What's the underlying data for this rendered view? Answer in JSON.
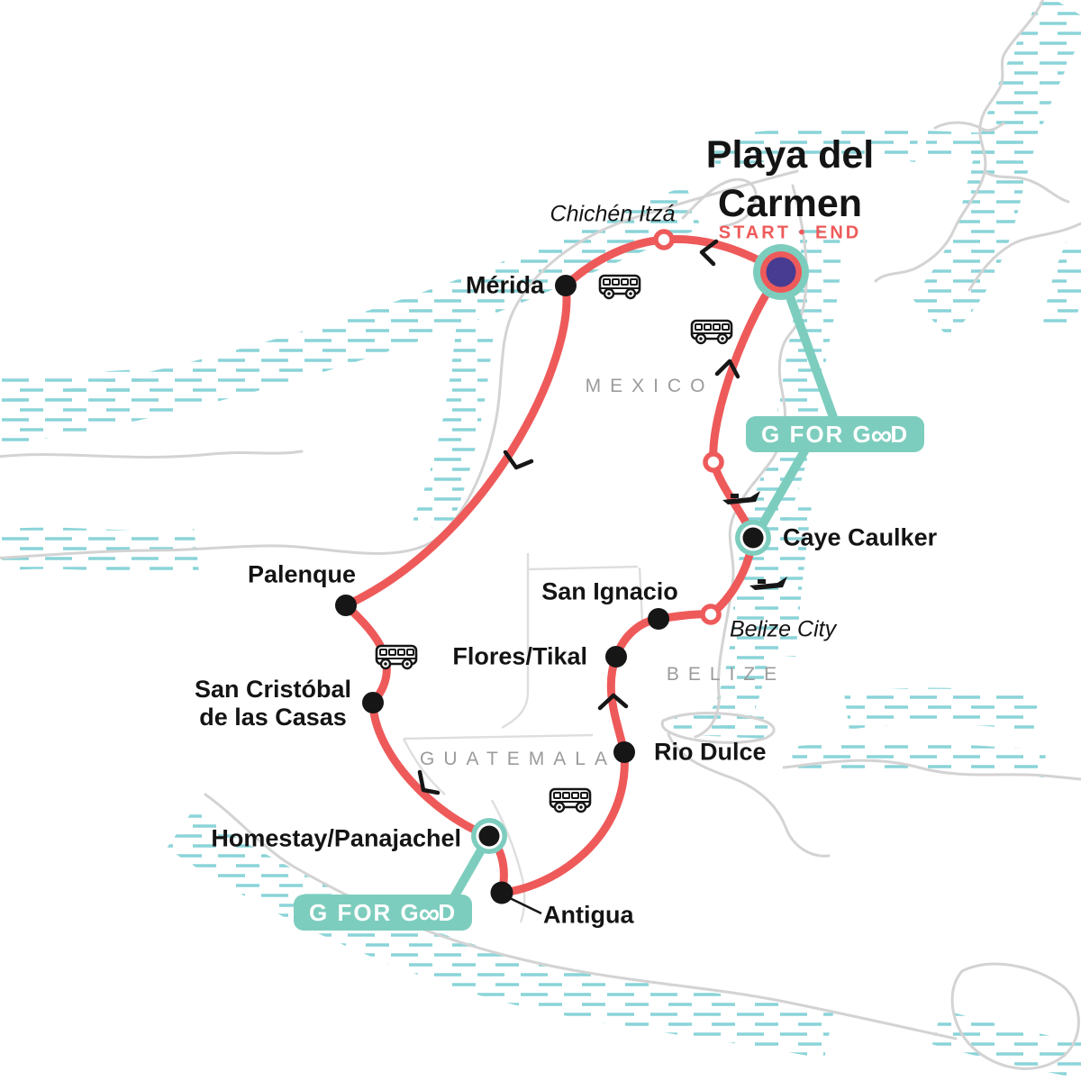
{
  "map": {
    "title": {
      "line1": "Playa del",
      "line2": "Carmen"
    },
    "start_end_label": "START • END",
    "stops": [
      {
        "id": "playa-del-carmen",
        "label": "Playa del Carmen",
        "marker": "start-end"
      },
      {
        "id": "chichen-itza",
        "label": "Chichén Itzá",
        "marker": "waypoint"
      },
      {
        "id": "merida",
        "label": "Mérida",
        "marker": "stop"
      },
      {
        "id": "palenque",
        "label": "Palenque",
        "marker": "stop"
      },
      {
        "id": "san-cristobal-de-las-casas",
        "label": "San Cristóbal de las Casas",
        "line1": "San Cristóbal",
        "line2": "de las Casas",
        "marker": "stop"
      },
      {
        "id": "homestay-panajachel",
        "label": "Homestay/Panajachel",
        "marker": "stop-g-for-good"
      },
      {
        "id": "antigua",
        "label": "Antigua",
        "marker": "stop"
      },
      {
        "id": "rio-dulce",
        "label": "Rio Dulce",
        "marker": "stop"
      },
      {
        "id": "flores-tikal",
        "label": "Flores/Tikal",
        "marker": "stop"
      },
      {
        "id": "san-ignacio",
        "label": "San Ignacio",
        "marker": "stop"
      },
      {
        "id": "belize-city",
        "label": "Belize City",
        "marker": "waypoint"
      },
      {
        "id": "caye-caulker",
        "label": "Caye Caulker",
        "marker": "stop-g-for-good"
      }
    ],
    "countries": [
      {
        "label": "MEXICO"
      },
      {
        "label": "BELIZE"
      },
      {
        "label": "GUATEMALA"
      }
    ],
    "badges": [
      {
        "label": "G FOR GOOD",
        "prefix": "G FOR G",
        "infinity": "∞",
        "suffix": "D"
      },
      {
        "label": "G FOR GOOD",
        "prefix": "G FOR G",
        "infinity": "∞",
        "suffix": "D"
      }
    ],
    "transport_icons": {
      "bus": "bus-icon",
      "boat": "boat-icon",
      "bus_count": 4,
      "boat_count": 2
    },
    "colors": {
      "route": "#EE5A5A",
      "highlight_teal": "#7DCDBE",
      "start_marker_purple": "#473B92",
      "water_hatch": "#8AD4D8",
      "coastline": "#D3D3D3",
      "country_label": "#9B9B9B"
    }
  }
}
